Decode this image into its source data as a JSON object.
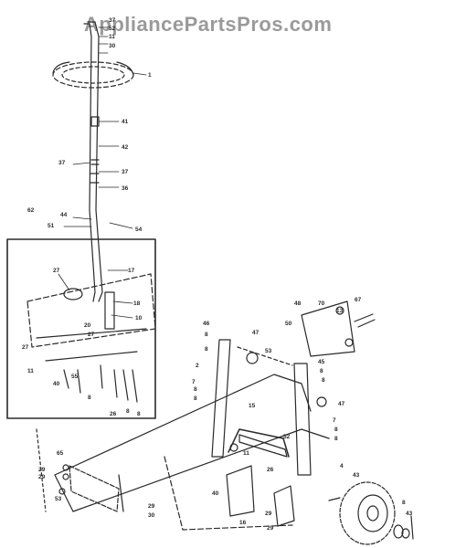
{
  "watermark": "AppliancePartsPros.com",
  "colors": {
    "ink": "#2a2a2a",
    "watermark": "#9a9a9a",
    "paper": "#ffffff"
  },
  "callouts": [
    "37",
    "52",
    "11",
    "30",
    "1",
    "41",
    "42",
    "37",
    "37",
    "36",
    "62",
    "44",
    "51",
    "54",
    "17",
    "27",
    "18",
    "10",
    "20",
    "27",
    "27",
    "11",
    "55",
    "40",
    "26",
    "8",
    "8",
    "8",
    "48",
    "70",
    "67",
    "13",
    "46",
    "47",
    "50",
    "8",
    "8",
    "53",
    "2",
    "7",
    "8",
    "8",
    "15",
    "45",
    "8",
    "8",
    "47",
    "7",
    "8",
    "8",
    "11",
    "52",
    "65",
    "29",
    "29",
    "53",
    "40",
    "26",
    "4",
    "43",
    "29",
    "30",
    "16",
    "29",
    "29",
    "8",
    "43"
  ]
}
